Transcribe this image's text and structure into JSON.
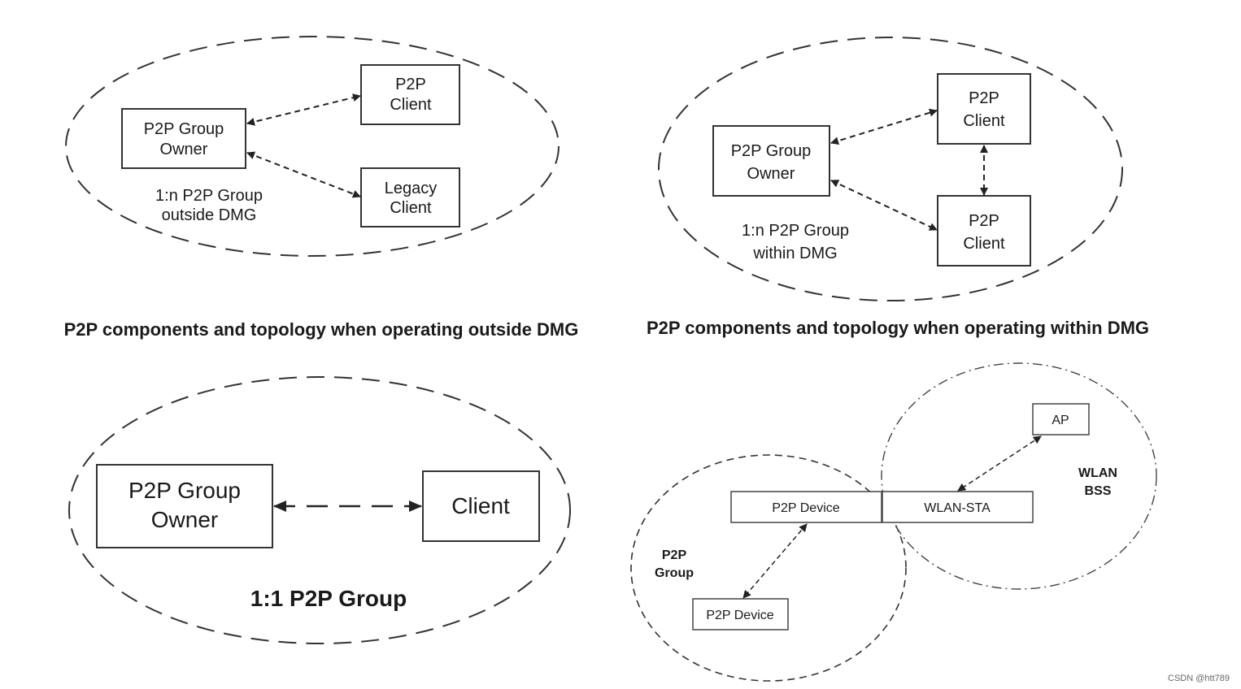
{
  "diagram_top_left": {
    "group_owner": [
      "P2P Group",
      "Owner"
    ],
    "client": [
      "P2P",
      "Client"
    ],
    "legacy_client": [
      "Legacy",
      "Client"
    ],
    "group_label": [
      "1:n P2P Group",
      "outside DMG"
    ],
    "caption": "P2P components and topology when operating outside DMG"
  },
  "diagram_top_right": {
    "group_owner": [
      "P2P Group",
      "Owner"
    ],
    "client_top": [
      "P2P",
      "Client"
    ],
    "client_bottom": [
      "P2P",
      "Client"
    ],
    "group_label": [
      "1:n P2P Group",
      "within DMG"
    ],
    "caption": "P2P components and topology when operating within DMG"
  },
  "diagram_bottom_left": {
    "group_owner": [
      "P2P Group",
      "Owner"
    ],
    "client": "Client",
    "group_label": "1:1 P2P Group"
  },
  "diagram_bottom_right": {
    "ap": "AP",
    "wlan_bss": [
      "WLAN",
      "BSS"
    ],
    "p2p_device_top": "P2P Device",
    "wlan_sta": "WLAN-STA",
    "p2p_group": [
      "P2P",
      "Group"
    ],
    "p2p_device_bottom": "P2P Device"
  },
  "watermark": "CSDN @htt789"
}
